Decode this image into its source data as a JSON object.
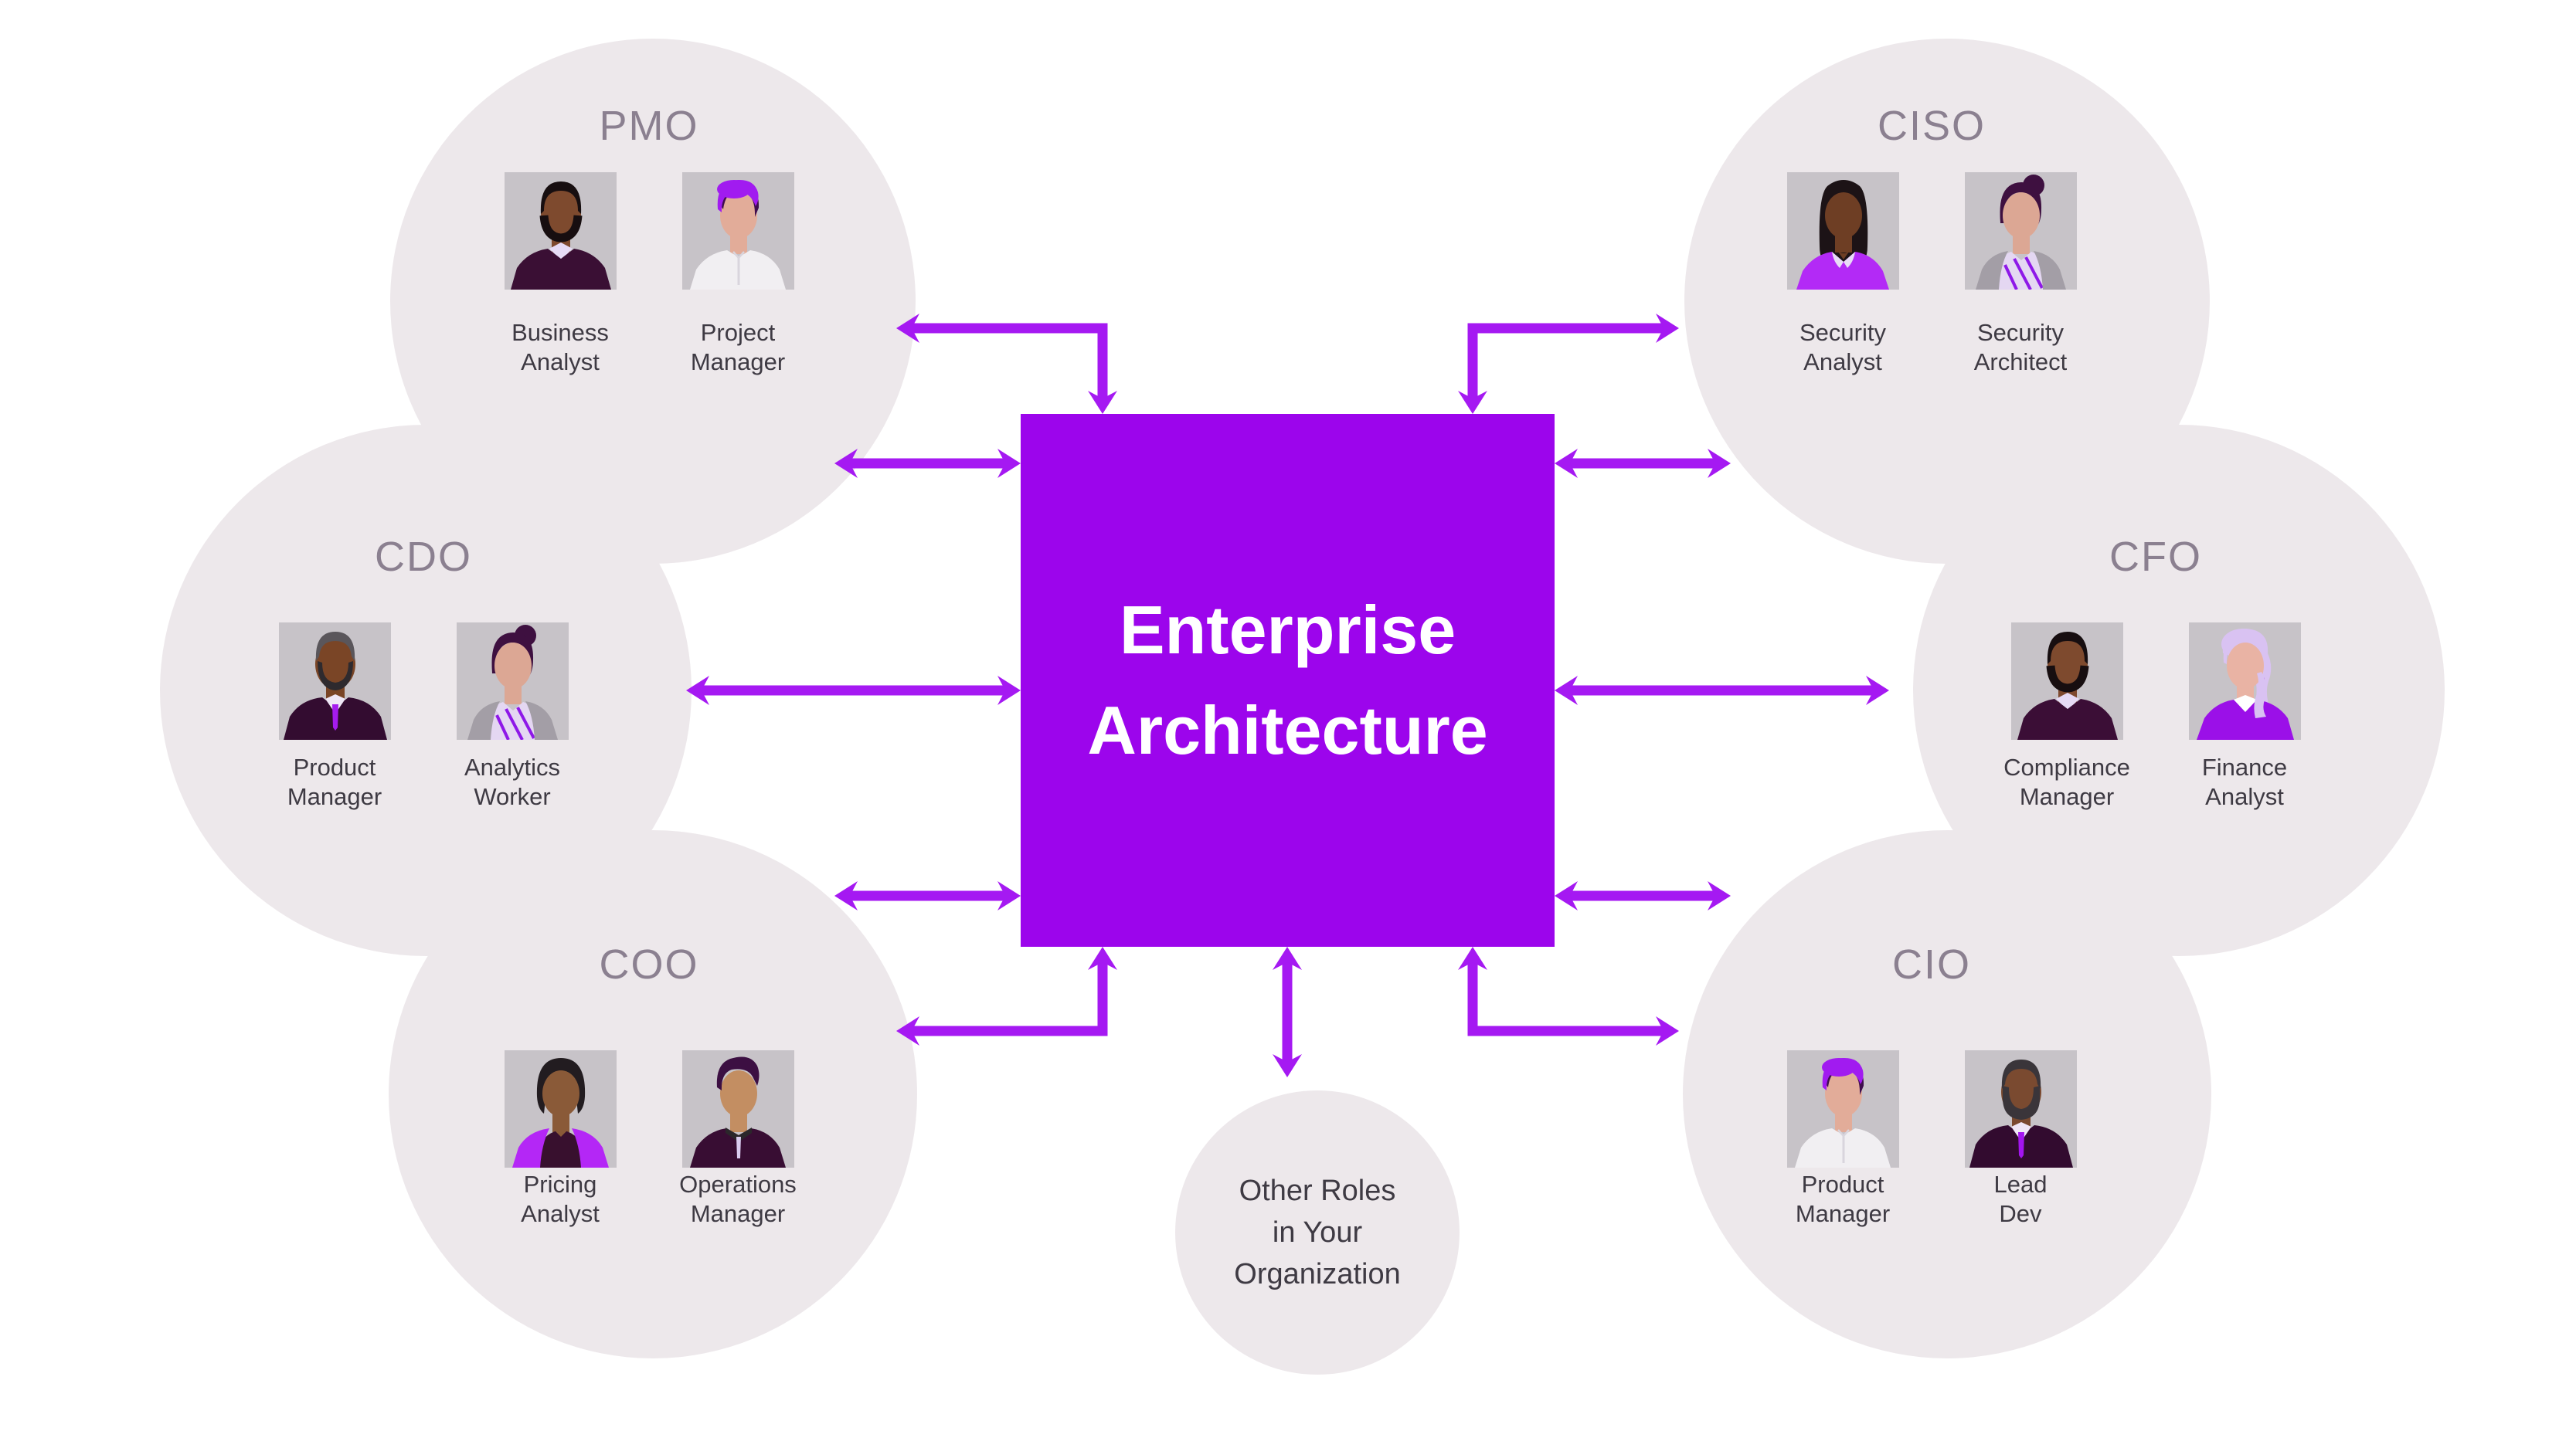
{
  "accents": {
    "arrow": "#A519F2",
    "square_bg": "#9C05EC",
    "square_text": "#FFFFFF",
    "circle_bg": "#EDE8EB",
    "avatar_bg": "#C7C3C8",
    "title_color": "#8B8090",
    "label_color": "#3E3A43",
    "page_bg": "#FFFFFF"
  },
  "center": {
    "line1": "Enterprise",
    "line2": "Architecture"
  },
  "other_circle": {
    "line1": "Other Roles",
    "line2": "in Your",
    "line3": "Organization"
  },
  "groups": [
    {
      "id": "pmo",
      "title": "PMO",
      "people": [
        {
          "role_line1": "Business",
          "role_line2": "Analyst",
          "variant": "male-short-hair-beard",
          "skin": "#7E4A2E",
          "hair": "#170E10",
          "top": "#3A0F34",
          "accent": "#E6DBF5"
        },
        {
          "role_line1": "Project",
          "role_line2": "Manager",
          "variant": "male-purple-hair",
          "skin": "#E2AC99",
          "hair": "#A11BF0",
          "hair2": "#3F0E4E",
          "top": "#F1EFF2",
          "accent": "#D9D5DD"
        }
      ]
    },
    {
      "id": "ciso",
      "title": "CISO",
      "people": [
        {
          "role_line1": "Security",
          "role_line2": "Analyst",
          "variant": "female-long-hair",
          "skin": "#6E3E24",
          "hair": "#1C1316",
          "top": "#B32AF6",
          "accent": "#E8DCF6"
        },
        {
          "role_line1": "Security",
          "role_line2": "Architect",
          "variant": "female-bun-cardigan",
          "skin": "#DCA794",
          "hair": "#3E1040",
          "top": "#A39EA6",
          "accent": "#E4D7F2",
          "stripe": "#8E18E8"
        }
      ]
    },
    {
      "id": "cdo",
      "title": "CDO",
      "people": [
        {
          "role_line1": "Product",
          "role_line2": "Manager",
          "variant": "male-gray-hair-suit",
          "skin": "#7A4526",
          "hair": "#5A565B",
          "beard": "#2E2A2E",
          "top": "#330C30",
          "accent": "#EFE7F6",
          "tie": "#A51BEF"
        },
        {
          "role_line1": "Analytics",
          "role_line2": "Worker",
          "variant": "female-bun-cardigan",
          "skin": "#DCA794",
          "hair": "#3E1040",
          "top": "#A39EA6",
          "accent": "#E4D7F2",
          "stripe": "#8E18E8"
        }
      ]
    },
    {
      "id": "cfo",
      "title": "CFO",
      "people": [
        {
          "role_line1": "Compliance",
          "role_line2": "Manager",
          "variant": "male-short-hair-beard",
          "skin": "#7E4A2E",
          "hair": "#170E10",
          "top": "#3B0E36",
          "accent": "#E6DBF5"
        },
        {
          "role_line1": "Finance",
          "role_line2": "Analyst",
          "variant": "female-wavy-hair",
          "skin": "#E9B3A4",
          "hair": "#D9C2F2",
          "top": "#9B10E8",
          "accent": "#FFFFFF",
          "earring": "#8E18E8"
        }
      ]
    },
    {
      "id": "coo",
      "title": "COO",
      "people": [
        {
          "role_line1": "Pricing",
          "role_line2": "Analyst",
          "variant": "female-bob-cardigan",
          "skin": "#8A5A38",
          "hair": "#221C20",
          "top": "#B427F6",
          "inner": "#38102E"
        },
        {
          "role_line1": "Operations",
          "role_line2": "Manager",
          "variant": "male-quiff-tie",
          "skin": "#C38E62",
          "hair": "#3C0F42",
          "top": "#380D33",
          "collar": "#2B272B",
          "tie": "#D9CBEF"
        }
      ]
    },
    {
      "id": "cio",
      "title": "CIO",
      "people": [
        {
          "role_line1": "Product",
          "role_line2": "Manager",
          "variant": "male-purple-hair",
          "skin": "#E2AC99",
          "hair": "#A11BF0",
          "hair2": "#3F0E4E",
          "top": "#F1EFF2",
          "accent": "#D9D5DD"
        },
        {
          "role_line1": "Lead",
          "role_line2": "Dev",
          "variant": "male-beard-suit-tie",
          "skin": "#7A4A30",
          "hair": "#3A353A",
          "top": "#320B2F",
          "accent": "#EFE7F6",
          "tie": "#A315F0"
        }
      ]
    }
  ]
}
